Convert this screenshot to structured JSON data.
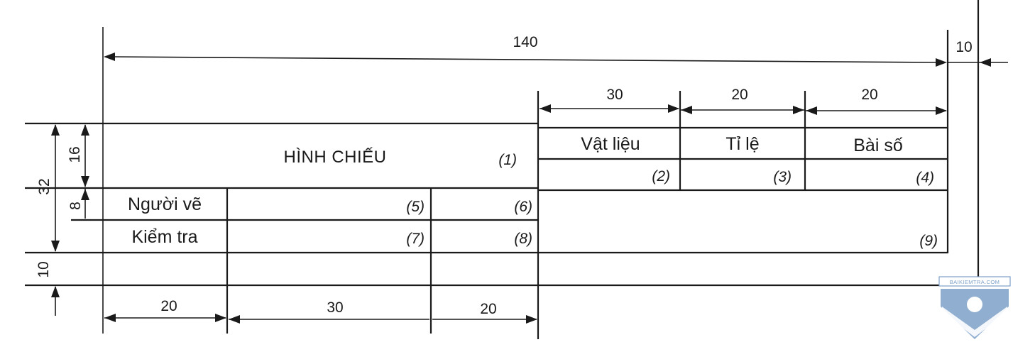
{
  "dimensions": {
    "total_width": "140",
    "right_margin": "10",
    "material_col": "30",
    "scale_col": "20",
    "exercise_col": "20",
    "total_height": "32",
    "top_row": "16",
    "sign_row": "8",
    "bottom_margin": "10",
    "label_col": "20",
    "name_col": "30",
    "date_col": "20"
  },
  "cells": {
    "title": "HÌNH CHIẾU",
    "title_ref": "(1)",
    "material_label": "Vật liệu",
    "scale_label": "Tỉ lệ",
    "exercise_label": "Bài số",
    "material_ref": "(2)",
    "scale_ref": "(3)",
    "exercise_ref": "(4)",
    "drawer_label": "Người vẽ",
    "drawer_name_ref": "(5)",
    "drawer_date_ref": "(6)",
    "checker_label": "Kiểm tra",
    "checker_name_ref": "(7)",
    "checker_date_ref": "(8)",
    "school_ref": "(9)"
  },
  "watermark": {
    "text": "BAIKIEMTRA.COM",
    "color": "#7da0c8"
  }
}
